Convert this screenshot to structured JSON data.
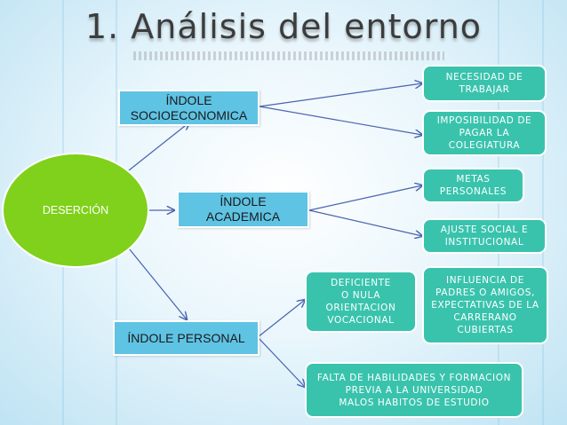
{
  "title": "1. Análisis del entorno",
  "colors": {
    "root": "#7fd11b",
    "category": "#5fc3e4",
    "detail": "#39c3ad",
    "connector": "#4a63b0"
  },
  "nodes": {
    "root": "DESERCIÓN",
    "socio": "ÍNDOLE\nSOCIOECONOMICA",
    "academica": "ÍNDOLE\nACADEMICA",
    "personal": "ÍNDOLE PERSONAL",
    "necesidad": "NECESIDAD DE\nTRABAJAR",
    "imposibilidad": "IMPOSIBILIDAD DE\nPAGAR LA\nCOLEGIATURA",
    "metas": "METAS\nPERSONALES",
    "ajuste": "AJUSTE SOCIAL E\nINSTITUCIONAL",
    "deficiente": "DEFICIENTE\nO NULA\nORIENTACION\nVOCACIONAL",
    "influencia": "INFLUENCIA DE\nPADRES O AMIGOS,\nEXPECTATIVAS DE LA\nCARRERANO\nCUBIERTAS",
    "falta": "FALTA DE HABILIDADES Y FORMACION\nPREVIA A LA UNIVERSIDAD\nMALOS HABITOS DE ESTUDIO"
  }
}
